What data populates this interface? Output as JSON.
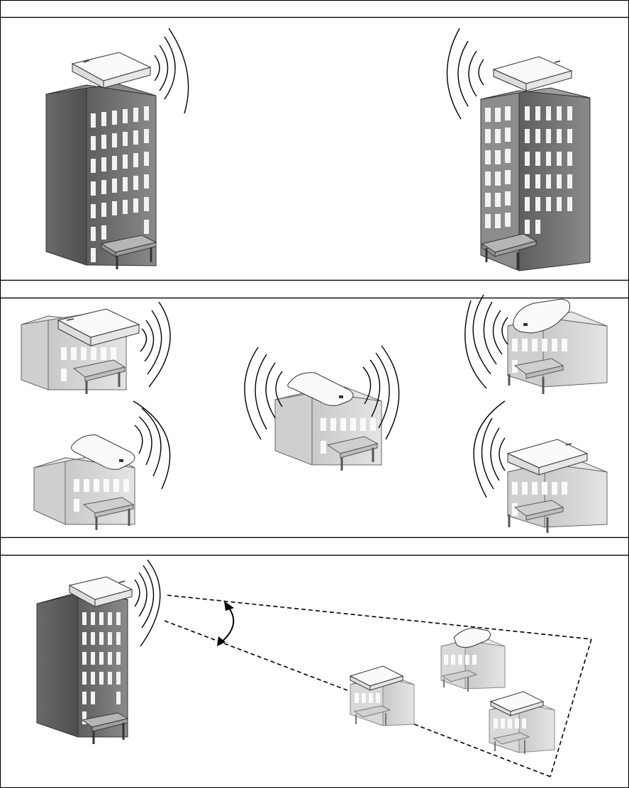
{
  "figure": {
    "panels": [
      {
        "id": "panel-1",
        "header": "",
        "layout": "point-to-point",
        "building_count": 2
      },
      {
        "id": "panel-2",
        "header": "",
        "layout": "point-to-multipoint",
        "building_count": 5
      },
      {
        "id": "panel-3",
        "header": "",
        "layout": "sector",
        "building_count": 4
      }
    ],
    "colors": {
      "tall_building": "#6d6d6d",
      "tall_building_light": "#9a9a9a",
      "short_building": "#d9d9d9",
      "window": "#f2f2f2",
      "device": "#f5f5f5",
      "wave": "#000000",
      "frame": "#000000"
    },
    "icons": [
      "radio-unit-icon",
      "radio-wave-icon",
      "building-icon",
      "double-arrow-icon"
    ]
  }
}
